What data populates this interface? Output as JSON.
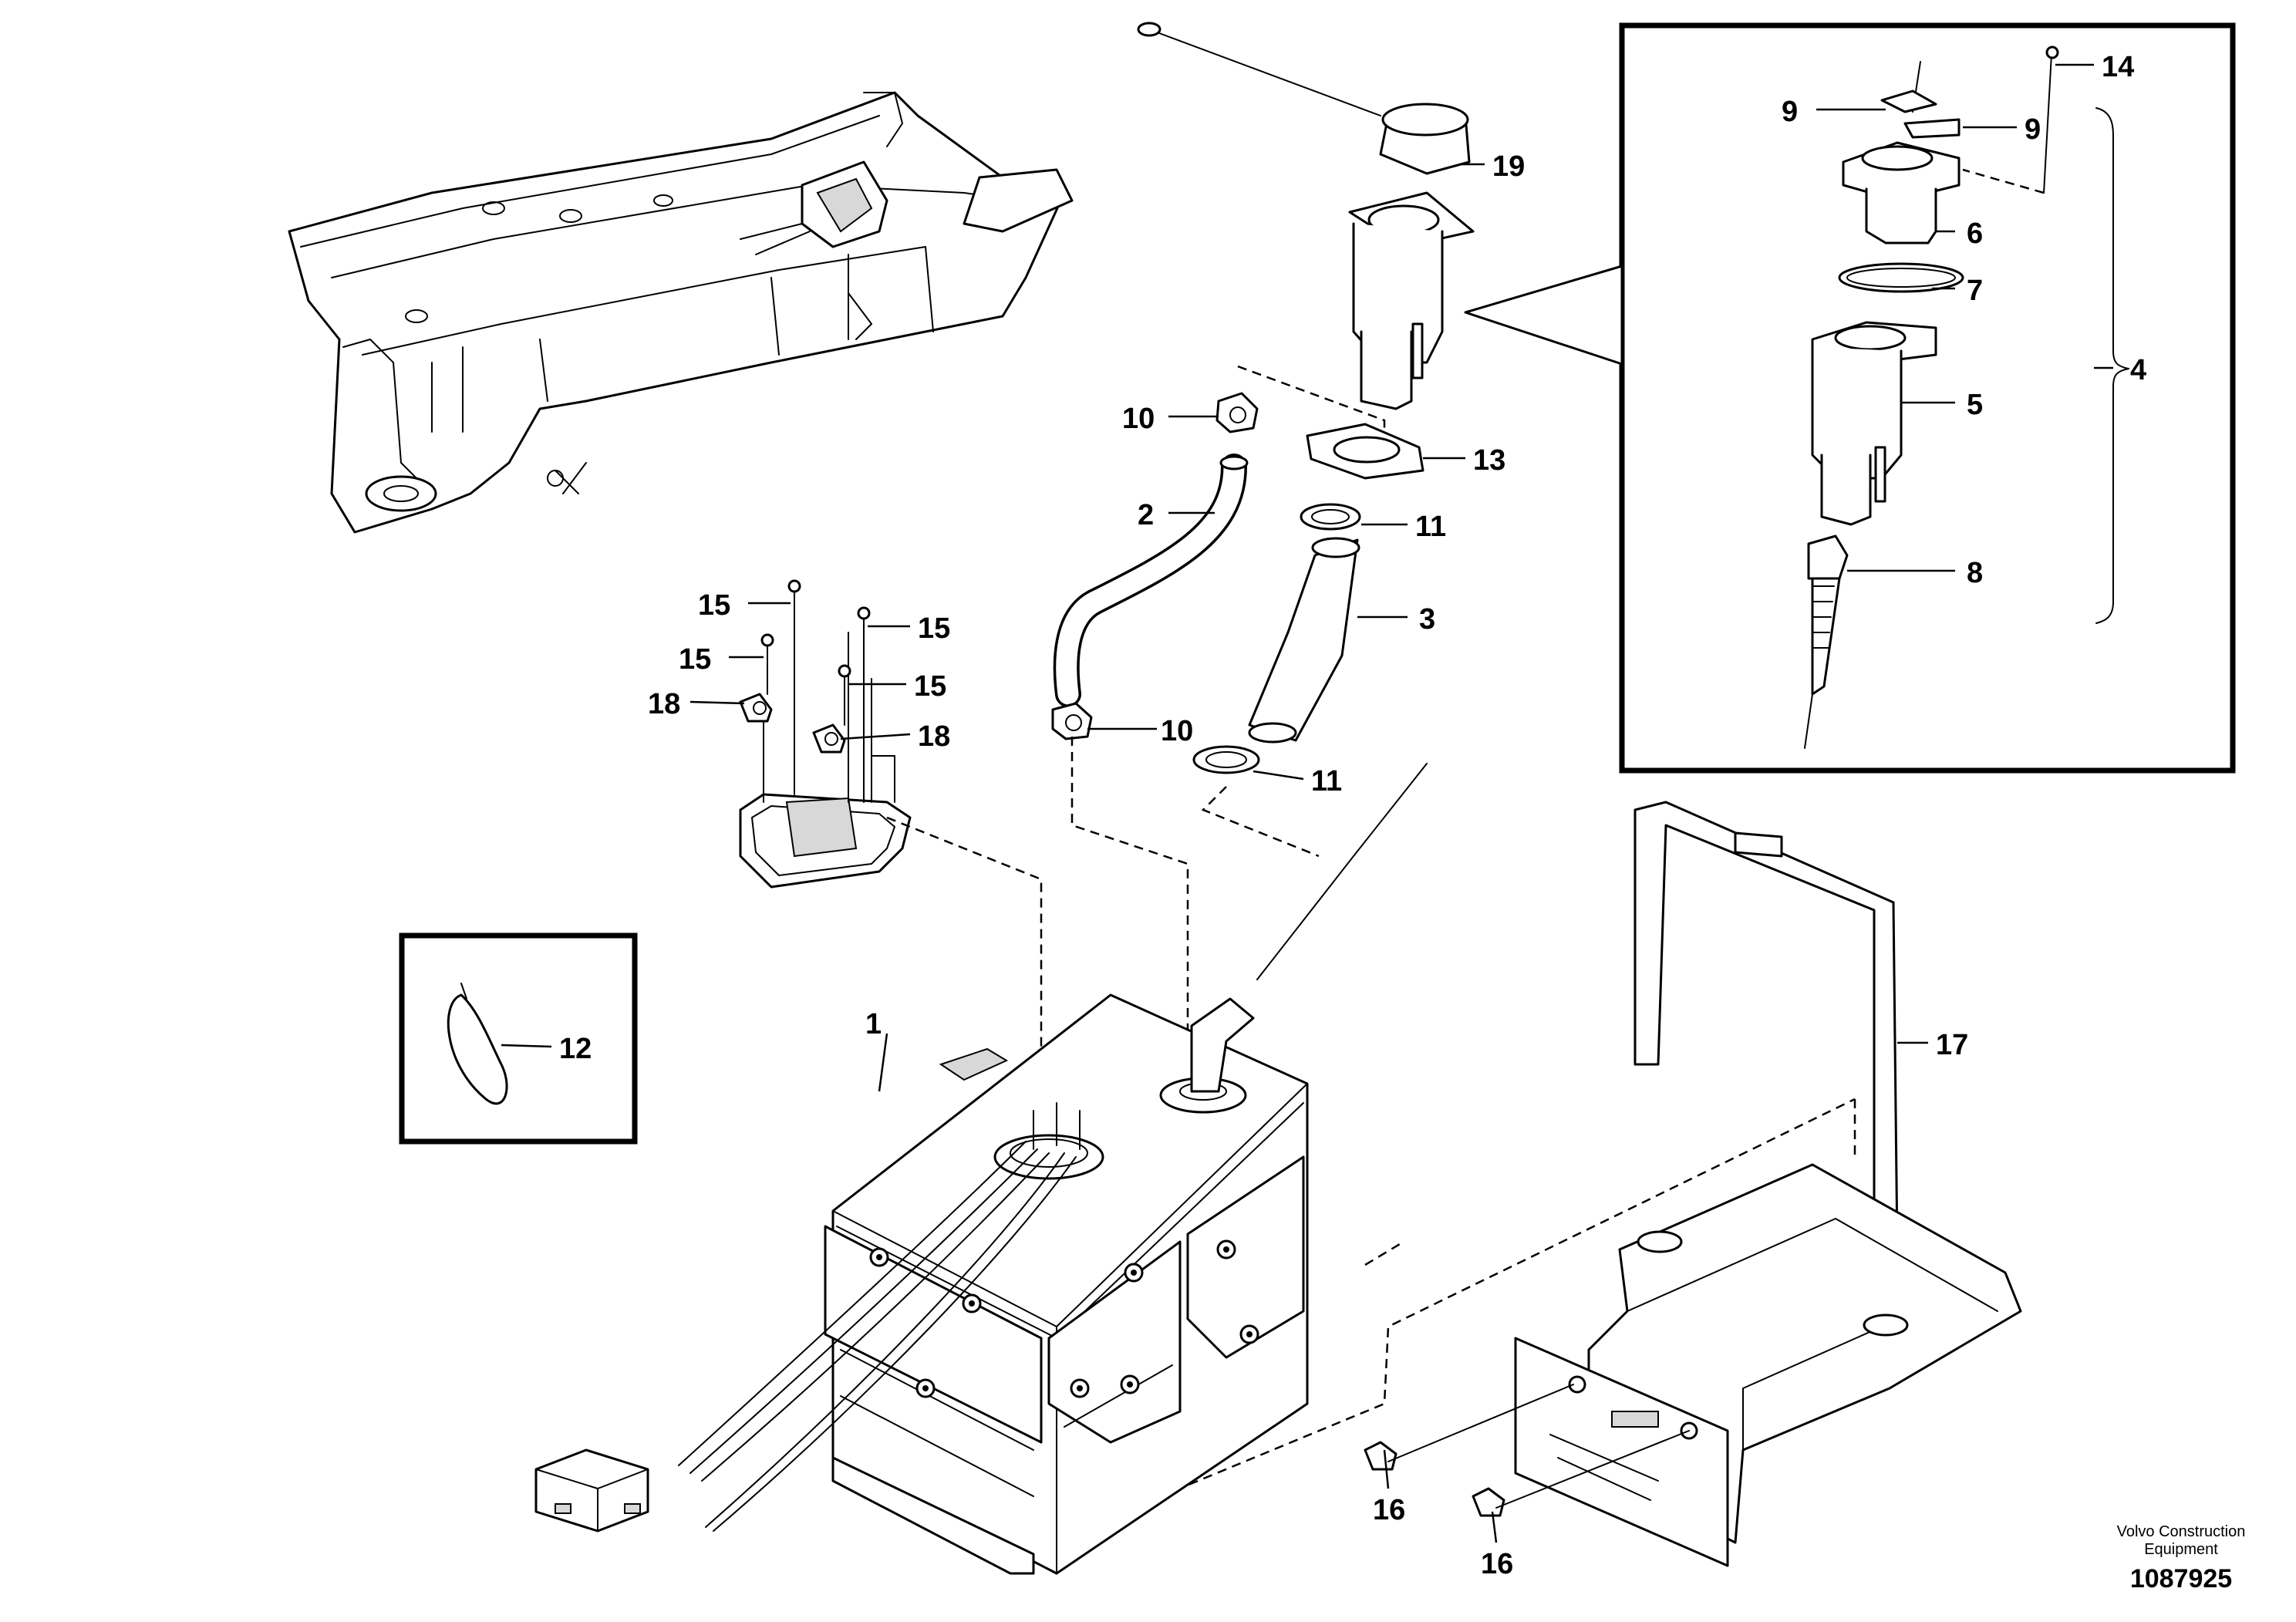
{
  "callouts": {
    "c1": "1",
    "c2": "2",
    "c3": "3",
    "c4": "4",
    "c5": "5",
    "c6": "6",
    "c7": "7",
    "c8": "8",
    "c9a": "9",
    "c9b": "9",
    "c10a": "10",
    "c10b": "10",
    "c11a": "11",
    "c11b": "11",
    "c12": "12",
    "c13": "13",
    "c14": "14",
    "c15a": "15",
    "c15b": "15",
    "c15c": "15",
    "c15d": "15",
    "c16a": "16",
    "c16b": "16",
    "c17": "17",
    "c18a": "18",
    "c18b": "18",
    "c19": "19"
  },
  "credit": {
    "line1": "Volvo Construction",
    "line2": "Equipment"
  },
  "document_number": "1087925"
}
